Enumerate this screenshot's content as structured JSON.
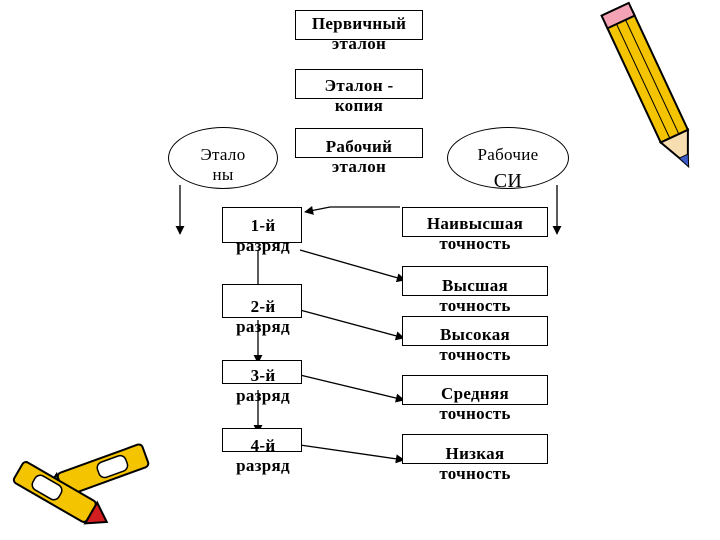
{
  "diagram": {
    "primary": "Первичный\nэталон",
    "copy": "Эталон -\nкопия",
    "working": "Рабочий\nэталон",
    "left_ellipse": "Этало\nны",
    "right_ellipse_a": "Рабочие",
    "right_ellipse_b": "СИ",
    "ranks": [
      "1-й\nразряд",
      "2-й\nразряд",
      "3-й\nразряд",
      "4-й\nразряд"
    ],
    "accuracy": [
      "Наивысшая\nточность",
      "Высшая\nточность",
      "Высокая\nточность",
      "Средняя\nточность",
      "Низкая\nточность"
    ]
  },
  "decor": {
    "icons": [
      "pencil-icon",
      "crayon-icon",
      "crayon-icon"
    ],
    "colors": {
      "yellow": "#f5c400",
      "green": "#1f8a3a",
      "red": "#d21e1e",
      "pink": "#f4a3b4",
      "blue": "#3d5cc8"
    }
  }
}
